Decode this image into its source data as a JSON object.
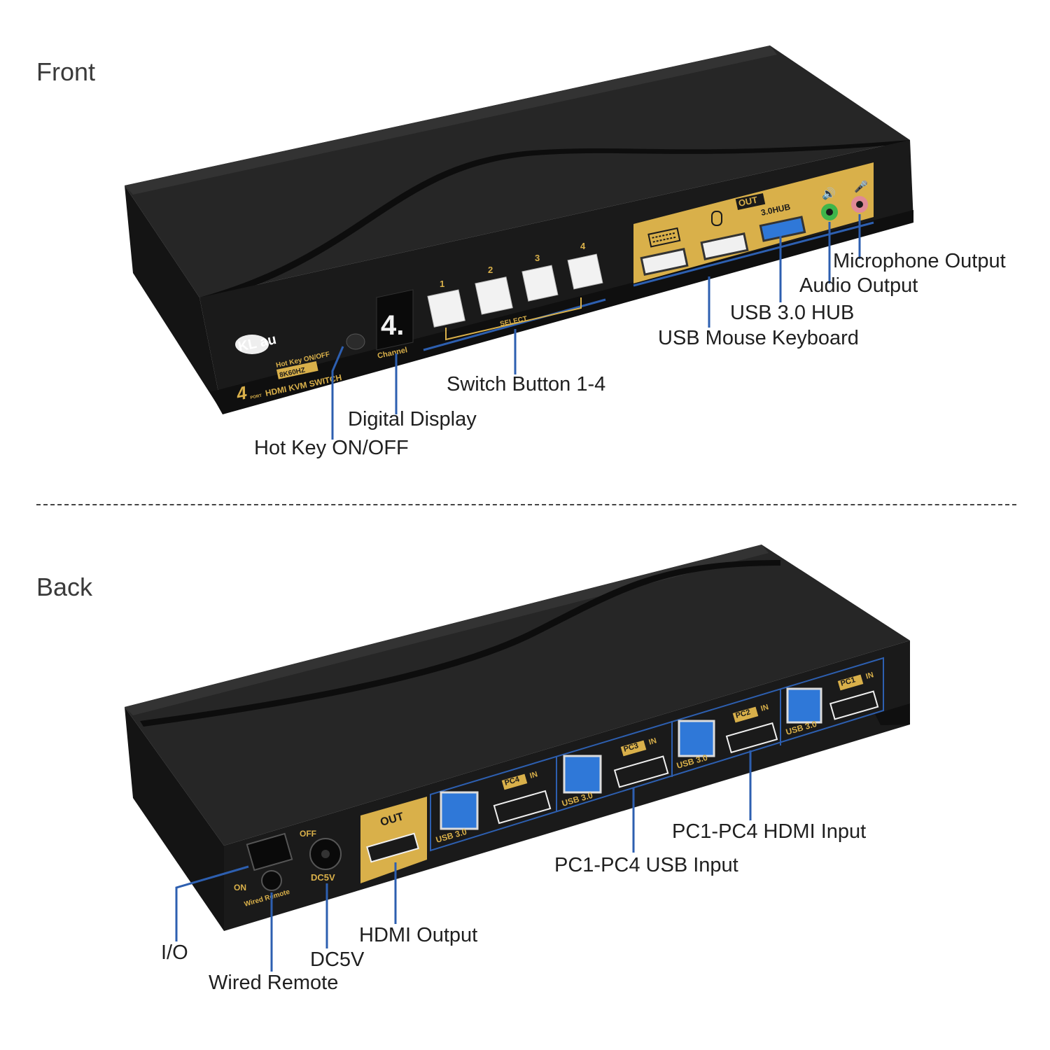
{
  "sections": {
    "front": "Front",
    "back": "Back"
  },
  "front_callouts": {
    "microphone": "Microphone Output",
    "audio": "Audio Output",
    "usb_hub": "USB 3.0 HUB",
    "usb_mouse_keyboard": "USB Mouse Keyboard",
    "switch_buttons": "Switch Button 1-4",
    "digital_display": "Digital Display",
    "hot_key": "Hot Key ON/OFF"
  },
  "back_callouts": {
    "pc_hdmi_input": "PC1-PC4 HDMI Input",
    "pc_usb_input": "PC1-PC4 USB Input",
    "hdmi_output": "HDMI Output",
    "io": "I/O",
    "dc5v": "DC5V",
    "wired_remote": "Wired Remote"
  },
  "front_panel": {
    "brand": "KL au",
    "hotkey_label": "Hot Key ON/OFF",
    "resolution_badge": "8K60HZ",
    "model_line": "HDMI KVM SWITCH",
    "port_count": "4",
    "port_word": "PORT",
    "display_digit": "4.",
    "display_caption": "Channel",
    "select_caption": "SELECT",
    "button_numbers": [
      "1",
      "2",
      "3",
      "4"
    ],
    "out_badge": "OUT",
    "hub_label": "3.0HUB"
  },
  "back_panel": {
    "off_label": "OFF",
    "on_label": "ON",
    "dc_label": "DC5V",
    "remote_label": "Wired Remote",
    "out_badge": "OUT",
    "ports": [
      {
        "pc": "PC4",
        "in": "IN",
        "usb": "USB 3.0"
      },
      {
        "pc": "PC3",
        "in": "IN",
        "usb": "USB 3.0"
      },
      {
        "pc": "PC2",
        "in": "IN",
        "usb": "USB 3.0"
      },
      {
        "pc": "PC1",
        "in": "IN",
        "usb": "USB 3.0"
      }
    ]
  },
  "colors": {
    "body": "#1c1c1c",
    "gold": "#d9b04a",
    "leader": "#2d5fb0",
    "usb_blue": "#2f78d8",
    "audio_green": "#3fb54a",
    "mic_pink": "#e08a96"
  }
}
